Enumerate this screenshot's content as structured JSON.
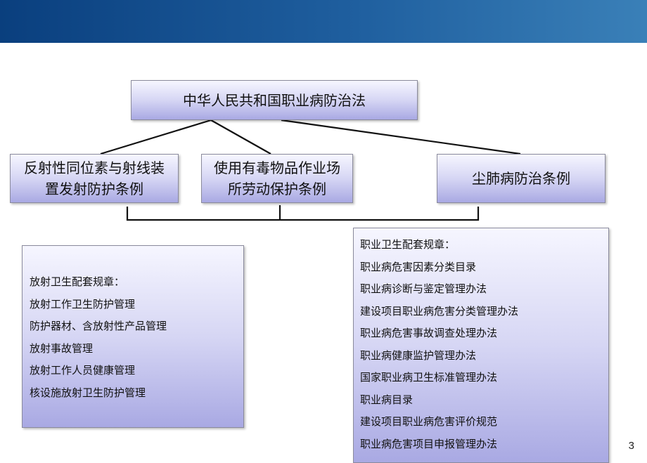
{
  "title_box": "中华人民共和国职业病防治法",
  "regulations": [
    {
      "line1": "反射性同位素与射线装",
      "line2": "置发射防护条例"
    },
    {
      "line1": "使用有毒物品作业场",
      "line2": "所劳动保护条例"
    },
    {
      "line1": "尘肺病防治条例"
    }
  ],
  "left_panel": {
    "heading": "放射卫生配套规章：",
    "items": [
      "放射工作卫生防护管理",
      "防护器材、含放射性产品管理",
      "放射事故管理",
      "放射工作人员健康管理",
      "核设施放射卫生防护管理"
    ]
  },
  "right_panel": {
    "heading": "职业卫生配套规章：",
    "items": [
      "职业病危害因素分类目录",
      "职业病诊断与鉴定管理办法",
      "建设项目职业病危害分类管理办法",
      "职业病危害事故调查处理办法",
      "职业病健康监护管理办法",
      "国家职业病卫生标准管理办法",
      "职业病目录",
      "建设项目职业病危害评价规范",
      "职业病危害项目申报管理办法"
    ]
  },
  "page_number": "3"
}
